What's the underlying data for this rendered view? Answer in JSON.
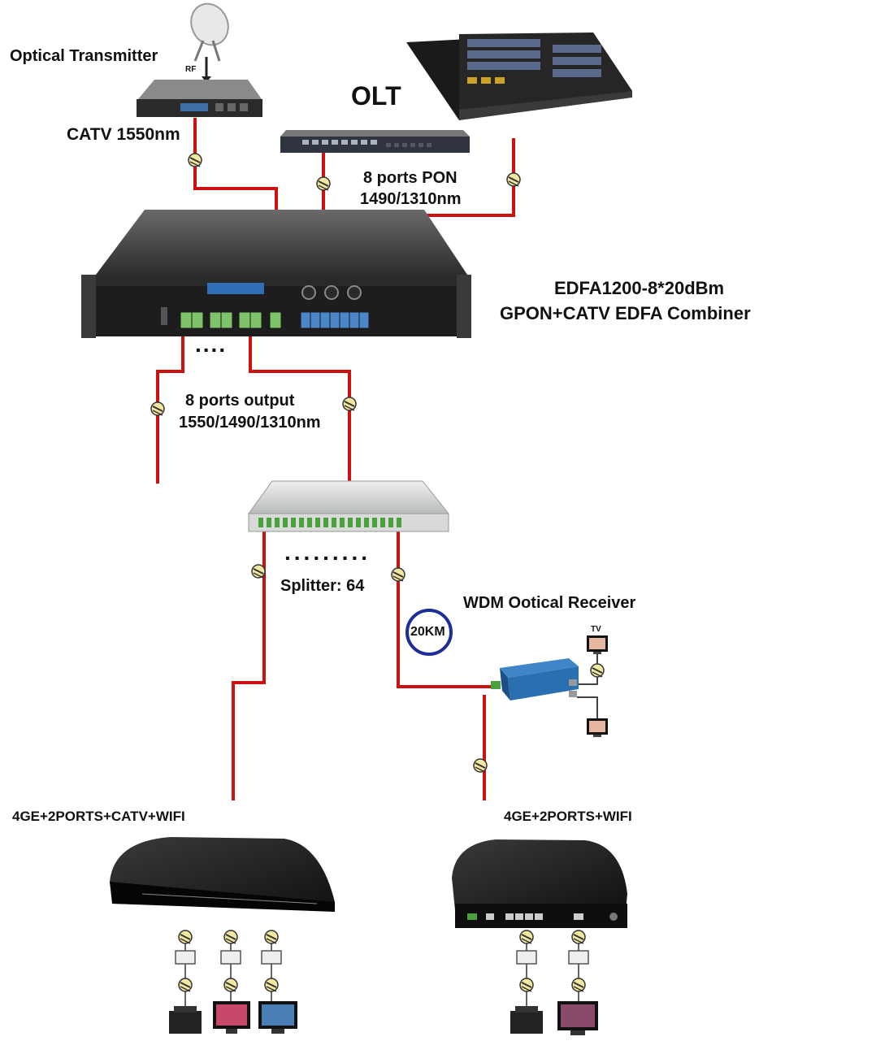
{
  "labels": {
    "optical_transmitter": "Optical Transmitter",
    "rf": "RF",
    "catv": "CATV 1550nm",
    "olt": "OLT",
    "pon_ports": "8 ports PON",
    "pon_wavelength": "1490/1310nm",
    "edfa_model": "EDFA1200-8*20dBm",
    "edfa_desc": "GPON+CATV EDFA Combiner",
    "output_ports": "8 ports output",
    "output_wavelength": "1550/1490/1310nm",
    "splitter": "Splitter: 64",
    "wdm_receiver": "WDM Ootical Receiver",
    "distance": "20KM",
    "tv": "TV",
    "onu_left": "4GE+2PORTS+CATV+WIFI",
    "onu_right": "4GE+2PORTS+WIFI",
    "dots_short": "....",
    "dots_long": "........."
  },
  "colors": {
    "fiber": "#cc1111",
    "device_dark": "#2a2a2a",
    "badge": "#1c2e9a",
    "port_green": "#7fc36a",
    "port_blue": "#4a86c8",
    "receiver": "#2a6fb0"
  }
}
